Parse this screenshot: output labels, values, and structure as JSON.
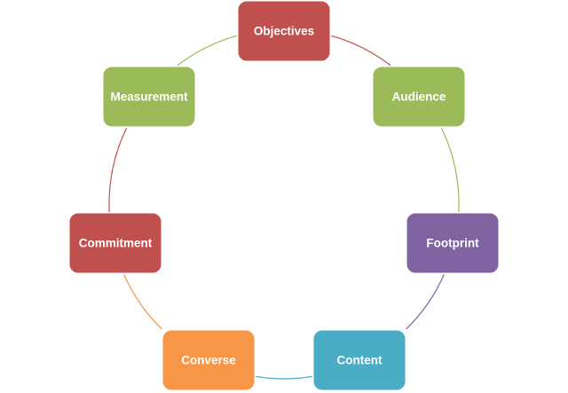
{
  "cycle": {
    "nodes": [
      {
        "label": "Objectives",
        "color": "#c0504d"
      },
      {
        "label": "Audience",
        "color": "#9bbb59"
      },
      {
        "label": "Footprint",
        "color": "#8064a2"
      },
      {
        "label": "Content",
        "color": "#4bacc6"
      },
      {
        "label": "Converse",
        "color": "#f79646"
      },
      {
        "label": "Commitment",
        "color": "#c0504d"
      },
      {
        "label": "Measurement",
        "color": "#9bbb59"
      }
    ]
  }
}
